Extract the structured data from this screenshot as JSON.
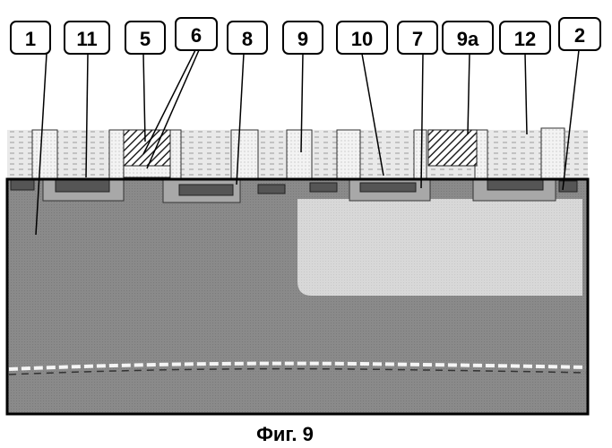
{
  "figure": {
    "caption": "Фиг. 9",
    "labels": {
      "l1": "1",
      "l11": "11",
      "l5": "5",
      "l6": "6",
      "l8": "8",
      "l9": "9",
      "l10": "10",
      "l7": "7",
      "l9a": "9a",
      "l12": "12",
      "l2": "2"
    }
  },
  "colors": {
    "substrate": "#8c8c8c",
    "region_2": "#d6d6d6",
    "insulator": "#e8e8e8",
    "contact_stripe": "#5a5a5a",
    "outline": "#000000"
  }
}
